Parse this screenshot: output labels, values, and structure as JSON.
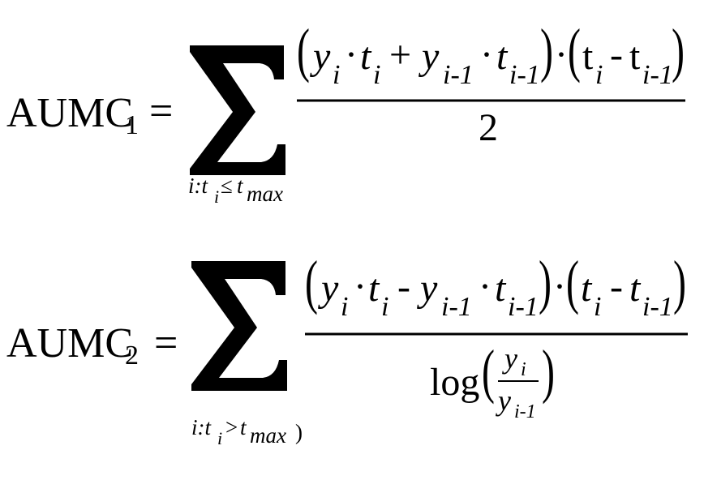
{
  "formula1": {
    "lhs": "AUMC",
    "lhs_subscript": "1",
    "equals": "=",
    "numerator": {
      "open": "(",
      "y": "y",
      "y_sub": "i",
      "dot1": "·",
      "t": "t",
      "t_sub": "i",
      "op": "+",
      "y2": "y",
      "y2_sub": "i-1",
      "dot2": "·",
      "t2": "t",
      "t2_sub": "i-1",
      "close": ")",
      "dot3": "·",
      "open2": "(",
      "t3": "t",
      "t3_sub": "i",
      "minus": "-",
      "t4": "t",
      "t4_sub": "i-1",
      "close2": ")"
    },
    "denominator": "2",
    "limit": {
      "a": "i:t",
      "a_sub": "i",
      "rel": "≤",
      "b": "t",
      "b_sub": "max"
    }
  },
  "formula2": {
    "lhs": "AUMC",
    "lhs_subscript": "2",
    "equals": "=",
    "numerator": {
      "open": "(",
      "y": "y",
      "y_sub": "i",
      "dot1": "·",
      "t": "t",
      "t_sub": "i",
      "op": "-",
      "y2": "y",
      "y2_sub": "i-1",
      "dot2": "·",
      "t2": "t",
      "t2_sub": "i-1",
      "close": ")",
      "dot3": "·",
      "open2": "(",
      "t3": "t",
      "t3_sub": "i",
      "minus": "-",
      "t4": "t",
      "t4_sub": "i-1",
      "close2": ")"
    },
    "denominator": {
      "log": "log",
      "open": "(",
      "frac_num": "y",
      "frac_num_sub": "i",
      "frac_den": "y",
      "frac_den_sub": "i-1",
      "close": ")"
    },
    "limit": {
      "a": "i:t",
      "a_sub": "i",
      "rel": ">",
      "b": "t",
      "b_sub": "max",
      "trail": ")"
    }
  }
}
